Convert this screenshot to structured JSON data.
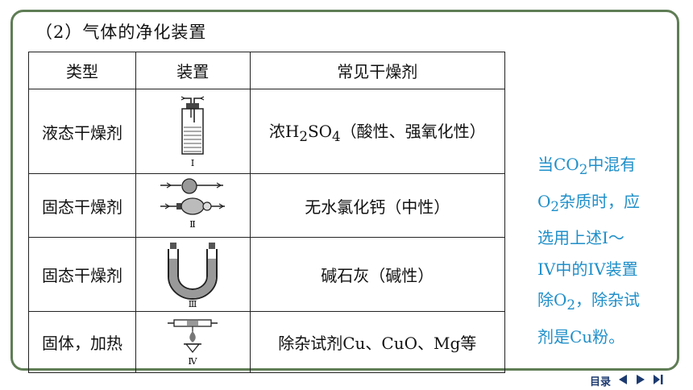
{
  "heading": "（2）气体的净化装置",
  "table": {
    "headers": [
      "类型",
      "装置",
      "常见干燥剂"
    ],
    "rows": [
      {
        "type": "液态干燥剂",
        "label": "Ⅰ"
      },
      {
        "type": "固态干燥剂",
        "label": "Ⅱ",
        "agent": "无水氯化钙（中性）"
      },
      {
        "type": "固态干燥剂",
        "label": "Ⅲ",
        "agent": "碱石灰（碱性）"
      },
      {
        "type": "固体，加热",
        "label": "Ⅳ",
        "agent": "除杂试剂Cu、CuO、Mg等"
      }
    ],
    "row1_agent": {
      "a": "浓H",
      "b": "2",
      "c": "SO",
      "d": "4",
      "e": "（酸性、强氧化性）"
    }
  },
  "note": {
    "l1a": "当CO",
    "l1b": "2",
    "l1c": "中混有",
    "l2a": "O",
    "l2b": "2",
    "l2c": "杂质时，应",
    "l3": "选用上述I～",
    "l4": "IV中的IV装置",
    "l5a": "除O",
    "l5b": "2",
    "l5c": "，除杂试",
    "l6": "剂是Cu粉。"
  },
  "nav": {
    "menu": "目录",
    "prev_icon": "triangle-left-icon",
    "next_icon": "triangle-right-icon",
    "last_icon": "skip-end-icon"
  },
  "colors": {
    "frame": "#5f7d55",
    "note": "#1f8fc9",
    "nav": "#1c3a70"
  }
}
